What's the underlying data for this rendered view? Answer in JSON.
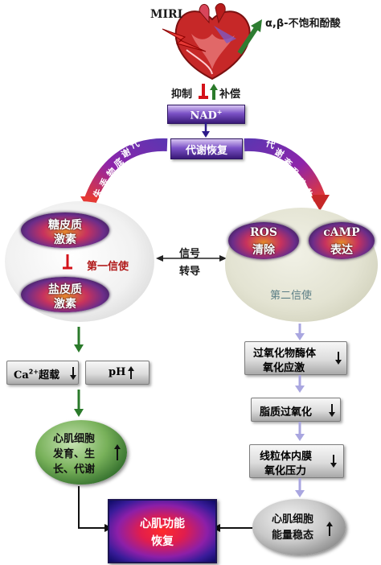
{
  "top": {
    "miri": "MIRI",
    "acid": "α,β-不饱和酚酸",
    "inhibit": "抑制",
    "compensate": "补偿",
    "nad": "NAD",
    "nad_sup": "+",
    "metabolic_recovery": "代谢恢复"
  },
  "arc_left": [
    "代",
    "谢",
    "底",
    "物",
    "丢",
    "失"
  ],
  "arc_right": [
    "代",
    "谢",
    "紊",
    "乱",
    "产",
    "物"
  ],
  "messenger1": {
    "cloud1_line1": "糖皮质",
    "cloud1_line2": "激素",
    "label": "第一信使",
    "cloud2_line1": "盐皮质",
    "cloud2_line2": "激素"
  },
  "signal": {
    "line1": "信号",
    "line2": "转导"
  },
  "messenger2": {
    "ros_line1": "ROS",
    "ros_line2": "清除",
    "camp_line1": "cAMP",
    "camp_line2": "表达",
    "label": "第二信使"
  },
  "left_chain": {
    "ca": "Ca",
    "ca_sup": "2+",
    "ca_rest": "超载",
    "ph": "pH",
    "cell_line1": "心肌细胞",
    "cell_line2": "发育、生",
    "cell_line3": "长、代谢"
  },
  "right_chain": {
    "box1_line1": "过氧化物酶体",
    "box1_line2": "氧化应激",
    "box2": "脂质过氧化",
    "box3_line1": "线粒体内膜",
    "box3_line2": "氧化压力",
    "energy_line1": "心肌细胞",
    "energy_line2": "能量稳态"
  },
  "result": {
    "line1": "心肌功能",
    "line2": "恢复"
  },
  "colors": {
    "red_inhibit": "#d4121a",
    "green": "#2a7a2a",
    "purple": "#3a1a78",
    "light_blue": "#a9a6e0",
    "messenger_red": "#b01818",
    "messenger2_text": "#5c7f86"
  }
}
